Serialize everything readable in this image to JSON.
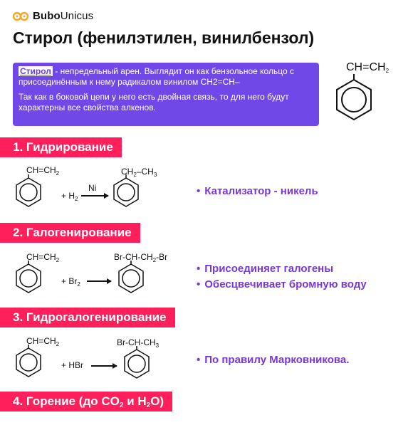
{
  "brand": {
    "name_bold": "Bubo",
    "name_regular": "Unicus"
  },
  "title": "Стирол (фенилэтилен, винилбензол)",
  "intro": {
    "highlight": "Стирол",
    "line1_rest": " - непредельный арен. Выглядит он как бензольное кольцо с присоединённым к нему радикалом винилом CH2=CH–",
    "line2": "Так как в боковой цепи у него есть двойная связь, то для него будут характерны все свойства алкенов."
  },
  "structure_label": {
    "a": "CH=CH",
    "sub": "2"
  },
  "sections": [
    {
      "title": "1. Гидрирование",
      "reactant": {
        "a": "CH=CH",
        "sub": "2"
      },
      "reagent": {
        "plus": "+ H",
        "sub": "2"
      },
      "catalyst": "Ni",
      "product": {
        "a": "CH",
        "s1": "2",
        "b": "–CH",
        "s2": "3"
      },
      "notes": [
        "Катализатор - никель"
      ]
    },
    {
      "title": "2. Галогенирование",
      "reactant": {
        "a": "CH=CH",
        "sub": "2"
      },
      "reagent": {
        "plus": "+ Br",
        "sub": "2"
      },
      "product": {
        "a": "Br-CH-CH",
        "s1": "2",
        "b": "-Br",
        "s2": ""
      },
      "notes": [
        "Присоединяет галогены",
        "Обесцвечивает бромную воду"
      ]
    },
    {
      "title": "3. Гидрогалогенирование",
      "reactant": {
        "a": "CH=CH",
        "sub": "2"
      },
      "reagent": {
        "plus": "+ HBr",
        "sub": ""
      },
      "product": {
        "a": "Br-CH-CH",
        "s1": "3",
        "b": "",
        "s2": ""
      },
      "notes": [
        "По правилу Марковникова."
      ]
    },
    {
      "title_a": "4. Горение (до CO",
      "title_s1": "2",
      "title_b": " и H",
      "title_s2": "2",
      "title_c": "O)"
    }
  ],
  "colors": {
    "accent_purple": "#7048e8",
    "accent_pink": "#ff1f5a",
    "note_purple": "#7a37d6"
  }
}
